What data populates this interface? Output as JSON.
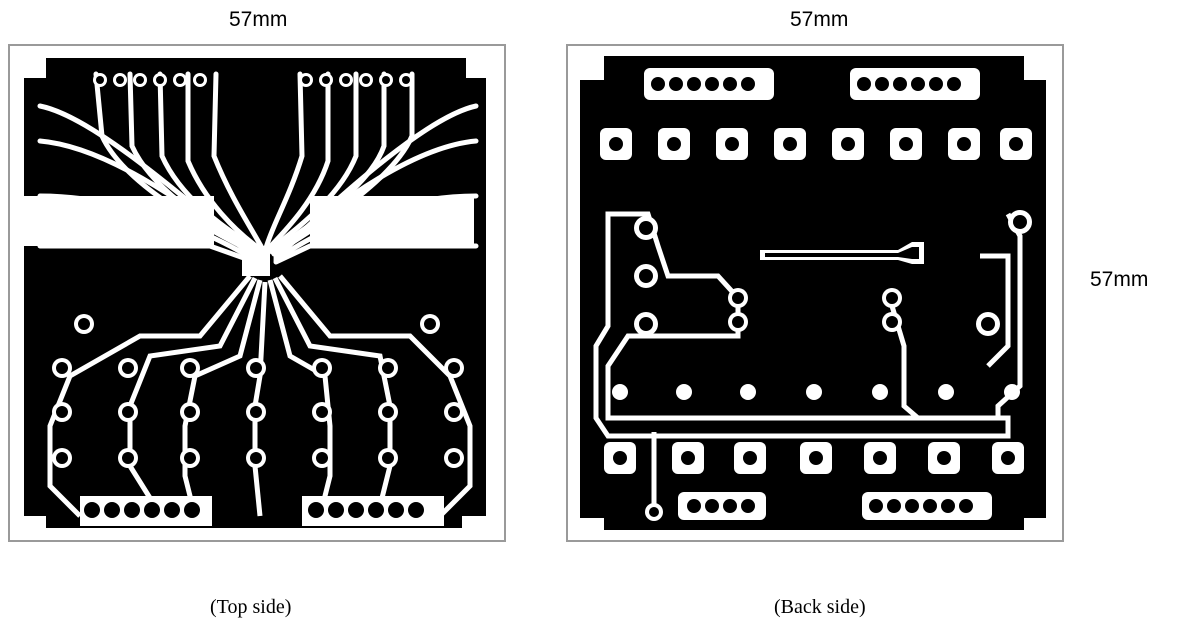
{
  "figure": {
    "top_board": {
      "width_label": "57mm",
      "caption": "(Top side)"
    },
    "back_board": {
      "width_label": "57mm",
      "height_label": "57mm",
      "caption": "(Back side)"
    }
  },
  "colors": {
    "copper": "#000000",
    "substrate": "#ffffff",
    "frame": "#9a9a9a"
  }
}
